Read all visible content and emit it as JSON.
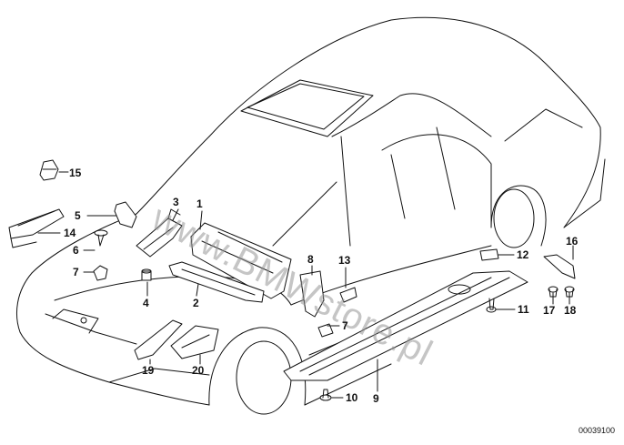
{
  "diagram": {
    "document_number": "00039100",
    "watermark": "www.BMWstore.pl",
    "callouts": [
      {
        "id": "15",
        "text": "15"
      },
      {
        "id": "5",
        "text": "5"
      },
      {
        "id": "3",
        "text": "3"
      },
      {
        "id": "1",
        "text": "1"
      },
      {
        "id": "14",
        "text": "14"
      },
      {
        "id": "6",
        "text": "6"
      },
      {
        "id": "7a",
        "text": "7"
      },
      {
        "id": "4",
        "text": "4"
      },
      {
        "id": "2",
        "text": "2"
      },
      {
        "id": "8",
        "text": "8"
      },
      {
        "id": "13",
        "text": "13"
      },
      {
        "id": "7b",
        "text": "7"
      },
      {
        "id": "12",
        "text": "12"
      },
      {
        "id": "16",
        "text": "16"
      },
      {
        "id": "11",
        "text": "11"
      },
      {
        "id": "17",
        "text": "17"
      },
      {
        "id": "18",
        "text": "18"
      },
      {
        "id": "19",
        "text": "19"
      },
      {
        "id": "20",
        "text": "20"
      },
      {
        "id": "9",
        "text": "9"
      },
      {
        "id": "10",
        "text": "10"
      }
    ]
  }
}
